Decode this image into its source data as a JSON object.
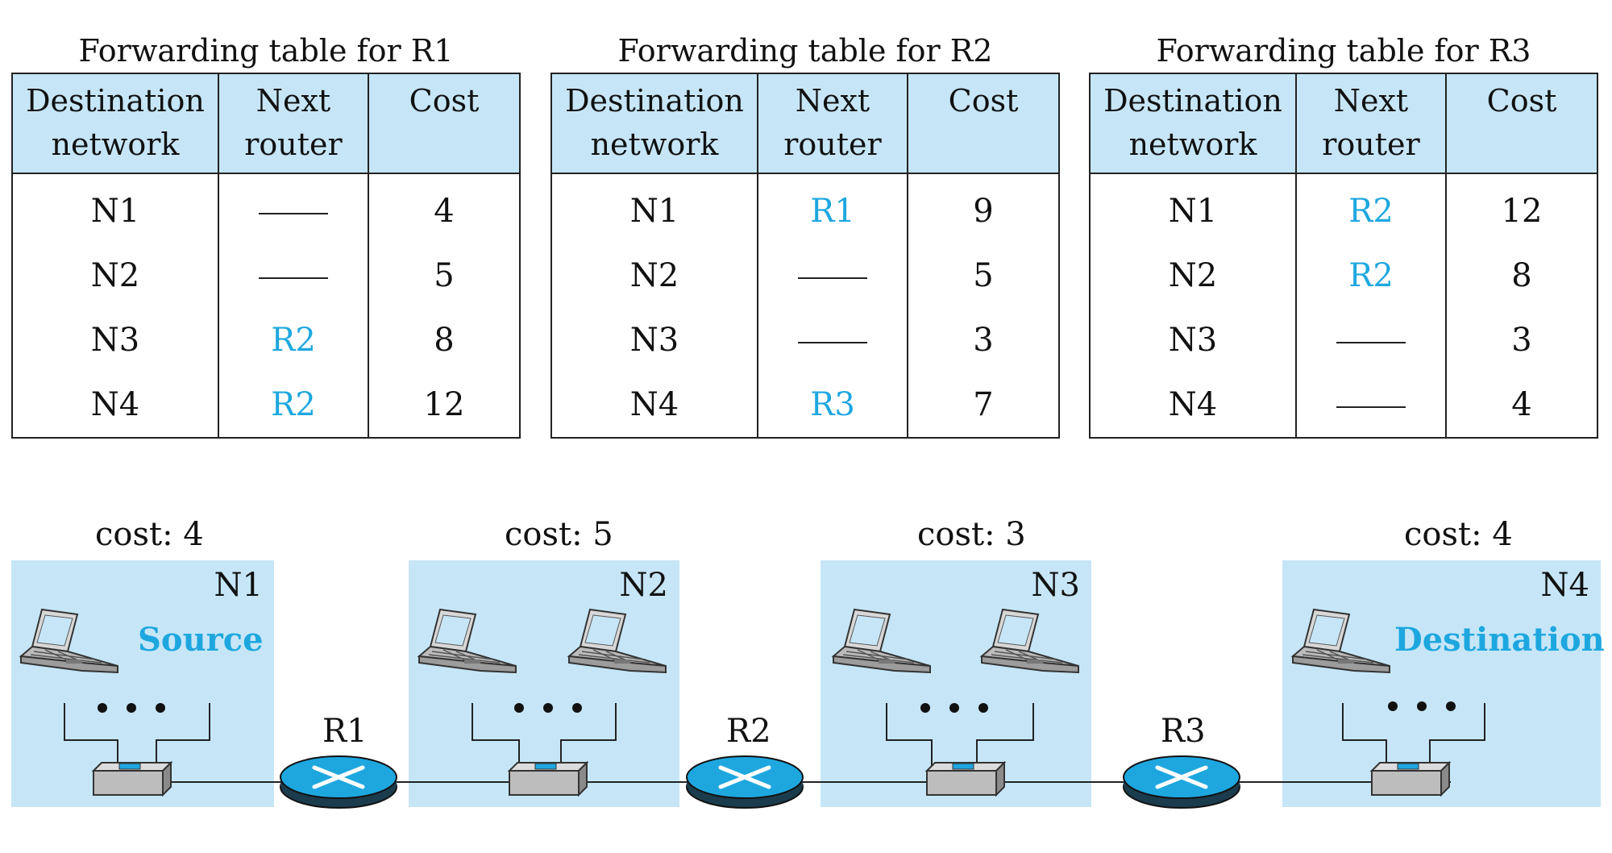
{
  "tables": [
    {
      "title": "Forwarding table for R1",
      "headers": [
        "Destination network",
        "Next router",
        "Cost"
      ],
      "rows": [
        {
          "dest": "N1",
          "next": "",
          "cost": "4"
        },
        {
          "dest": "N2",
          "next": "",
          "cost": "5"
        },
        {
          "dest": "N3",
          "next": "R2",
          "cost": "8"
        },
        {
          "dest": "N4",
          "next": "R2",
          "cost": "12"
        }
      ]
    },
    {
      "title": "Forwarding table for R2",
      "headers": [
        "Destination network",
        "Next router",
        "Cost"
      ],
      "rows": [
        {
          "dest": "N1",
          "next": "R1",
          "cost": "9"
        },
        {
          "dest": "N2",
          "next": "",
          "cost": "5"
        },
        {
          "dest": "N3",
          "next": "",
          "cost": "3"
        },
        {
          "dest": "N4",
          "next": "R3",
          "cost": "7"
        }
      ]
    },
    {
      "title": "Forwarding table for R3",
      "headers": [
        "Destination network",
        "Next router",
        "Cost"
      ],
      "rows": [
        {
          "dest": "N1",
          "next": "R2",
          "cost": "12"
        },
        {
          "dest": "N2",
          "next": "R2",
          "cost": "8"
        },
        {
          "dest": "N3",
          "next": "",
          "cost": "3"
        },
        {
          "dest": "N4",
          "next": "",
          "cost": "4"
        }
      ]
    }
  ],
  "networks": [
    {
      "name": "N1",
      "cost_label": "cost: 4",
      "role": "Source"
    },
    {
      "name": "N2",
      "cost_label": "cost: 5",
      "role": ""
    },
    {
      "name": "N3",
      "cost_label": "cost: 3",
      "role": ""
    },
    {
      "name": "N4",
      "cost_label": "cost: 4",
      "role": "Destination"
    }
  ],
  "routers": [
    "R1",
    "R2",
    "R3"
  ],
  "colors": {
    "network_fill": "#c6e6f7",
    "router_fill": "#1ea7df",
    "accent_text": "#1ea7df",
    "header_fill": "#c6e6f7"
  }
}
